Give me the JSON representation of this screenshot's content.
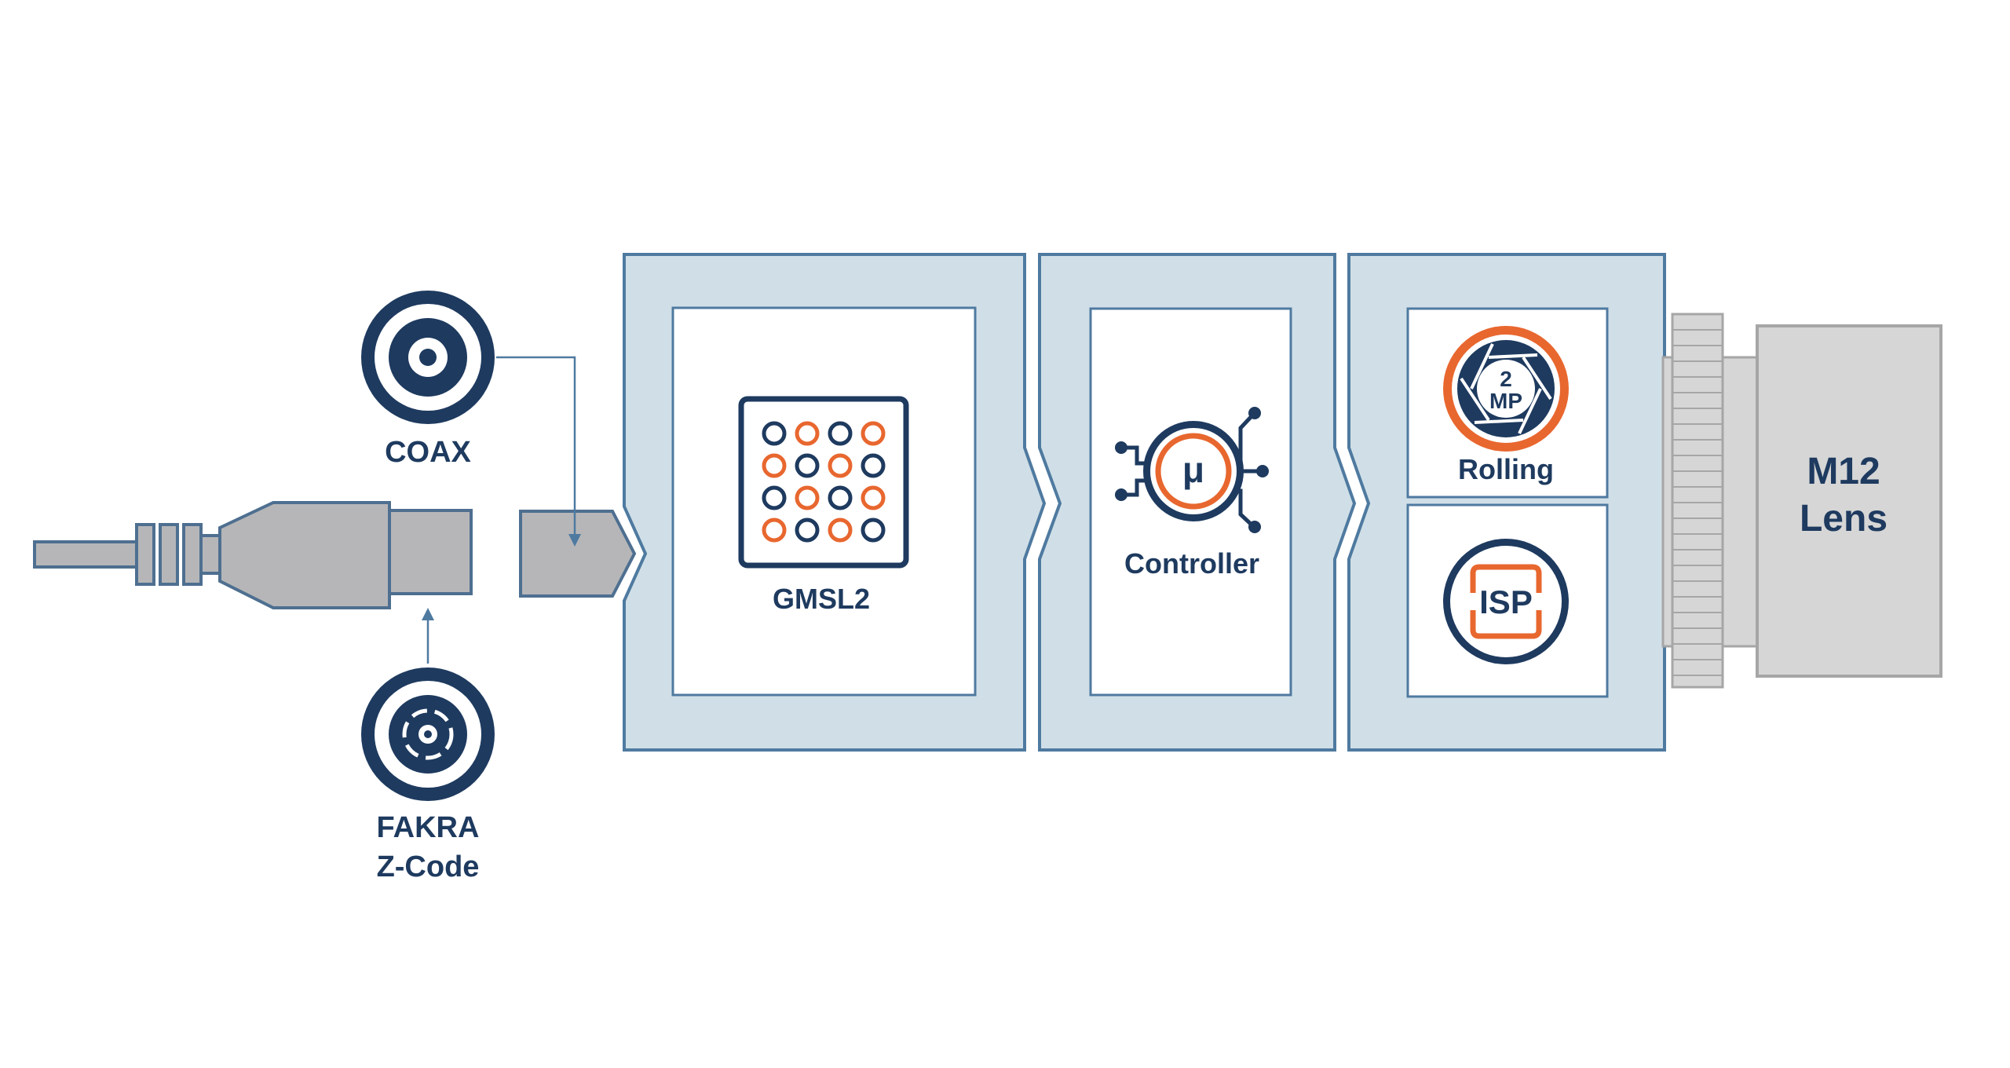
{
  "colors": {
    "navy": "#1e3a5f",
    "orange": "#e8672f",
    "panel_fill": "#d0dfe7",
    "panel_stroke": "#4f7aa0",
    "cable_gray": "#b6b6b8",
    "cable_stroke": "#4e6f90",
    "lens_fill": "#d6d6d6",
    "lens_stroke": "#a6a6a6"
  },
  "connectors": {
    "coax": {
      "label": "COAX",
      "icon": "coax-connector-icon"
    },
    "fakra": {
      "label_line1": "FAKRA",
      "label_line2": "Z-Code",
      "icon": "fakra-connector-icon"
    }
  },
  "modules": {
    "serializer": {
      "label": "GMSL2",
      "icon": "dot-matrix-icon"
    },
    "controller": {
      "label": "Controller",
      "glyph": "μ",
      "icon": "microcontroller-icon"
    },
    "sensor": {
      "shutter_label": "Rolling",
      "badge_line1": "2",
      "badge_line2": "MP",
      "icon": "aperture-icon"
    },
    "isp": {
      "label": "ISP",
      "icon": "isp-icon"
    }
  },
  "lens": {
    "line1": "M12",
    "line2": "Lens"
  }
}
